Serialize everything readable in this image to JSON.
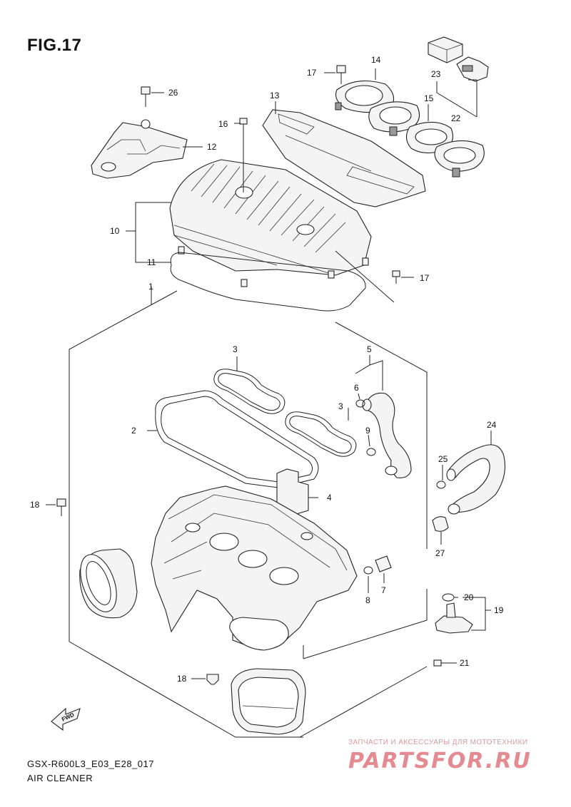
{
  "figure": {
    "title": "FIG.17",
    "code": "GSX-R600L3_E03_E28_017",
    "name": "AIR CLEANER"
  },
  "watermark": {
    "subtitle": "ЗАПЧАСТИ И АКСЕССУАРЫ ДЛЯ МОТОТЕХНИКИ",
    "brand": "PARTSFOR.RU",
    "color": "#e58a91"
  },
  "direction_marker": {
    "label": "FWD"
  },
  "callouts": [
    {
      "id": "1",
      "text": "1"
    },
    {
      "id": "2",
      "text": "2"
    },
    {
      "id": "3a",
      "text": "3"
    },
    {
      "id": "3b",
      "text": "3"
    },
    {
      "id": "4",
      "text": "4"
    },
    {
      "id": "5",
      "text": "5"
    },
    {
      "id": "6",
      "text": "6"
    },
    {
      "id": "7",
      "text": "7"
    },
    {
      "id": "8",
      "text": "8"
    },
    {
      "id": "9",
      "text": "9"
    },
    {
      "id": "10",
      "text": "10"
    },
    {
      "id": "11",
      "text": "11"
    },
    {
      "id": "12",
      "text": "12"
    },
    {
      "id": "13",
      "text": "13"
    },
    {
      "id": "14",
      "text": "14"
    },
    {
      "id": "15",
      "text": "15"
    },
    {
      "id": "16",
      "text": "16"
    },
    {
      "id": "17a",
      "text": "17"
    },
    {
      "id": "17b",
      "text": "17"
    },
    {
      "id": "18a",
      "text": "18"
    },
    {
      "id": "18b",
      "text": "18"
    },
    {
      "id": "19",
      "text": "19"
    },
    {
      "id": "20",
      "text": "20"
    },
    {
      "id": "21",
      "text": "21"
    },
    {
      "id": "22",
      "text": "22"
    },
    {
      "id": "23",
      "text": "23"
    },
    {
      "id": "24",
      "text": "24"
    },
    {
      "id": "25",
      "text": "25"
    },
    {
      "id": "26",
      "text": "26"
    },
    {
      "id": "27",
      "text": "27"
    }
  ]
}
